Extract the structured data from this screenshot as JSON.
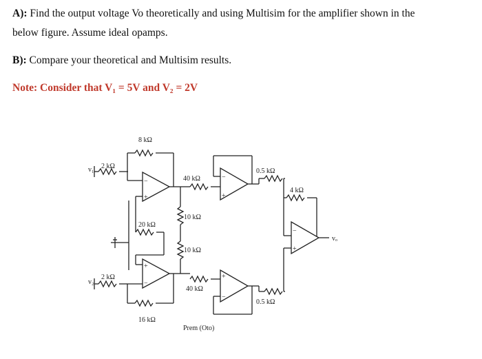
{
  "question": {
    "a_label": "A):",
    "a_text_line1": " Find the output voltage Vo theoretically and using Multisim for the amplifier shown in the",
    "a_text_line2": "below figure. Assume ideal opamps.",
    "b_label": "B):",
    "b_text": " Compare your theoretical and Multisim results.",
    "note": "Note: Consider that V₁ = 5V and V₂ = 2V"
  },
  "circuit": {
    "labels": {
      "v1": "v₁",
      "v2": "v₂",
      "vo": "vₒ",
      "r_v1": "2 kΩ",
      "r_v2": "2 kΩ",
      "r_fb_top": "8 kΩ",
      "r_mid_20": "20 kΩ",
      "r_fb_bottom": "16 kΩ",
      "r_top_40": "40 kΩ",
      "r_10_upper": "10 kΩ",
      "r_10_lower": "10 kΩ",
      "r_bottom_40": "40 kΩ",
      "r_05_top": "0.5 kΩ",
      "r_05_bottom": "0.5 kΩ",
      "r_4k": "4 kΩ"
    },
    "signs": {
      "minus": "−",
      "plus": "+"
    },
    "watermark": "Prem (Oto)"
  }
}
